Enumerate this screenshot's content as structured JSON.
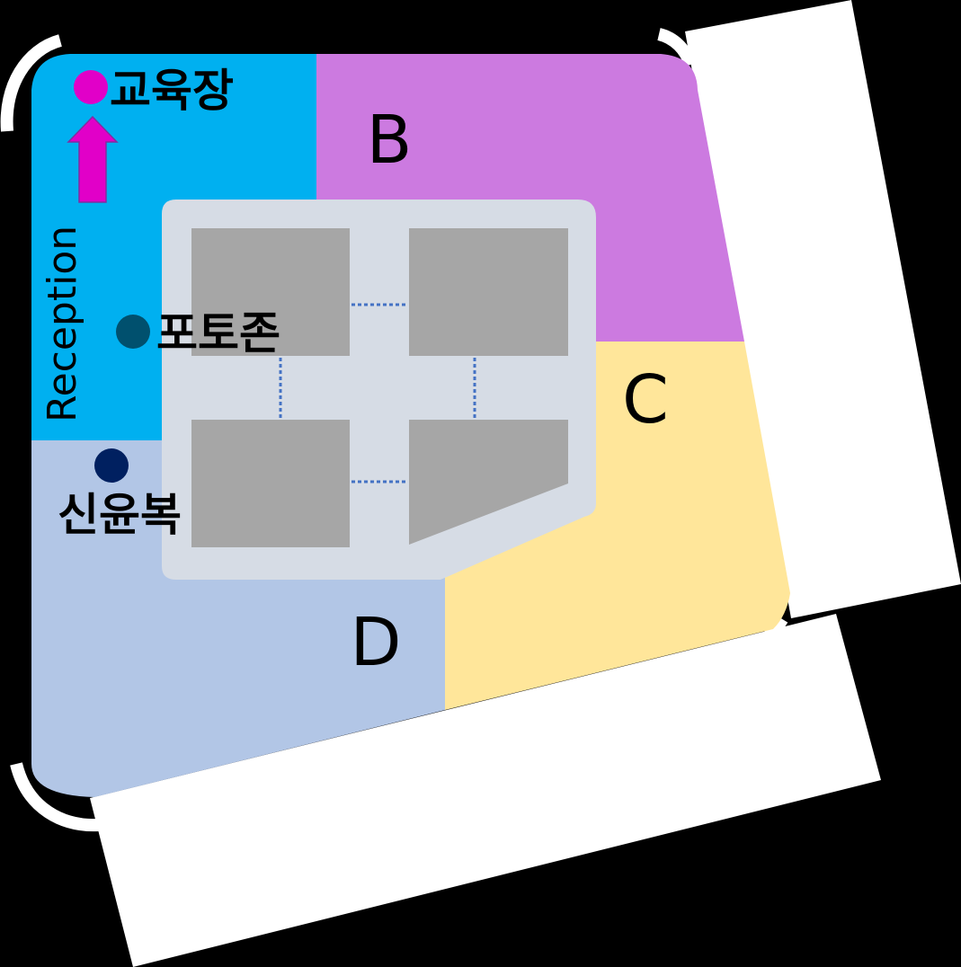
{
  "zones": [
    {
      "label": "B",
      "color": "#cc7ae0"
    },
    {
      "label": "C",
      "color": "#ffe69a"
    },
    {
      "label": "D",
      "color": "#b2c6e6"
    }
  ],
  "reception": {
    "label": "Reception",
    "color": "#00b0f0"
  },
  "places": [
    {
      "label": "교육장",
      "marker_color": "#e100c8"
    },
    {
      "label": "포토존",
      "marker_color": "#00506e"
    },
    {
      "label": "신윤복",
      "marker_color": "#002060"
    }
  ],
  "colors": {
    "background": "#000000",
    "outside": "#ffffff",
    "central_island": "#d6dce5",
    "booths": "#a6a6a6",
    "dotted_links": "#4472c4",
    "arrow": "#e100c8"
  }
}
